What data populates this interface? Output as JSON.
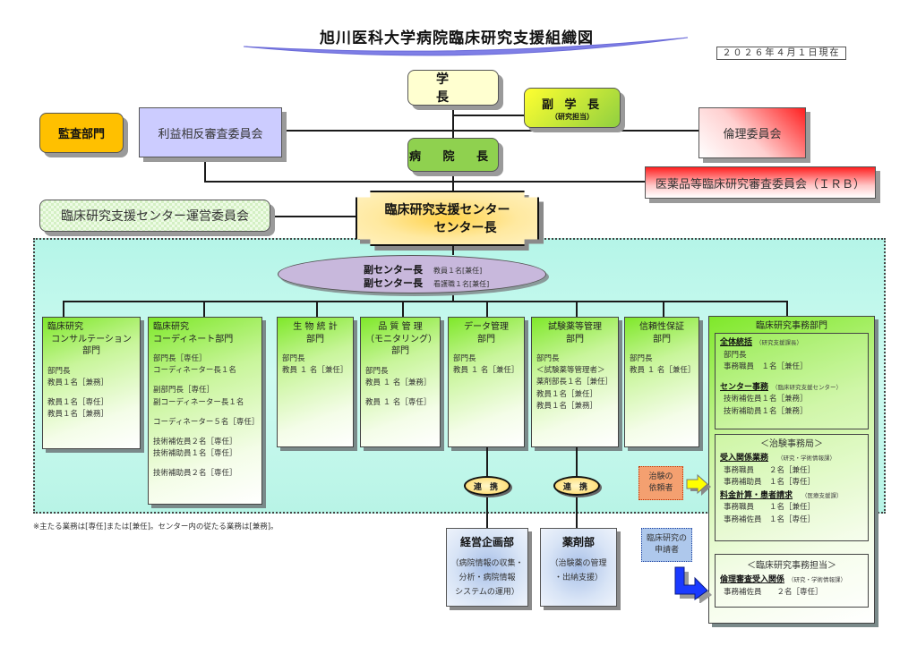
{
  "header": {
    "title": "旭川医科大学病院臨床研究支援組織図",
    "date": "２０２６年４月１日現在"
  },
  "top": {
    "president": "学 長",
    "vice_president": "副 学 長",
    "vice_president_note": "（研究担当）",
    "audit": "監査部門",
    "coi_committee": "利益相反審査委員会",
    "ethics_committee": "倫理委員会",
    "hospital_director": "病 院 長",
    "irb": "医薬品等臨床研究審査委員会（ＩＲＢ）",
    "ops_committee": "臨床研究支援センター運営委員会",
    "center_head_line1": "臨床研究支援センター",
    "center_head_line2": "センター長"
  },
  "vice_center": [
    {
      "role": "副センター長",
      "desc": "教員１名[兼任]"
    },
    {
      "role": "副センター長",
      "desc": "看護職１名[兼任]"
    }
  ],
  "departments": {
    "consultation": {
      "header": [
        "臨床研究",
        "コンサルテーション",
        "部門"
      ],
      "lines": [
        "部門長",
        "教員１名［兼務］",
        "",
        "教員１名［専任］",
        "教員１名［兼務］"
      ]
    },
    "coordinate": {
      "header": [
        "臨床研究",
        "コーディネート部門"
      ],
      "lines": [
        "部門長［専任］",
        "コーディネーター長１名",
        "",
        "副部門長［専任］",
        "副コーディネーター長１名",
        "",
        "コーディネーター５名［専任］",
        "",
        "技術補佐員２名［専任］",
        "技術補助員１名［専任］",
        "",
        "技術補助員２名［専任］"
      ]
    },
    "biostat": {
      "header": [
        "生 物 統 計",
        "部門"
      ],
      "lines": [
        "部門長",
        "教員 １ 名［兼任］"
      ]
    },
    "quality": {
      "header": [
        "品 質 管 理",
        "（モニタリング）",
        "部門"
      ],
      "lines": [
        "部門長",
        "教員 １ 名［兼務］",
        "",
        "教員 １ 名［専任］"
      ]
    },
    "data": {
      "header": [
        "データ管理",
        "部門"
      ],
      "lines": [
        "部門長",
        "教員 １ 名［兼任］"
      ]
    },
    "drug": {
      "header": [
        "試験薬等管理",
        "部門"
      ],
      "lines": [
        "部門長",
        "＜試験薬等管理者＞",
        "薬剤部長１名［兼任］",
        "教員１名［兼任］",
        "教員１名［兼務］"
      ]
    },
    "reliability": {
      "header": [
        "信頼性保証",
        "部門"
      ],
      "lines": [
        "部門長",
        "教員 １ 名［兼任］"
      ]
    }
  },
  "clinical_office": {
    "header": "臨床研究事務部門",
    "general": {
      "title": "全体統括",
      "note": "（研究支援課長）",
      "lines": [
        "部門長",
        "事務職員　１名［兼任］"
      ]
    },
    "center_office": {
      "title": "センター事務",
      "note": "（臨床研究支援センター）",
      "lines": [
        "技術補佐員１名［兼務］",
        "技術補助員１名［兼務］"
      ]
    },
    "trial_office": {
      "header": "＜治験事務局＞",
      "sections": [
        {
          "title": "受入関係業務",
          "note": "（研究・学術情報課）",
          "lines": [
            "事務職員　　２名［兼任］",
            "事務補助員　１名［専任］"
          ]
        },
        {
          "title": "料金計算・患者請求",
          "note": "（医療支援課）",
          "lines": [
            "事務職員　　１名［兼任］",
            "事務補佐員　１名［専任］"
          ]
        }
      ]
    },
    "research_office": {
      "header": "＜臨床研究事務担当＞",
      "title": "倫理審査受入関係",
      "note": "（研究・学術情報課）",
      "lines": [
        "事務補佐員　　２名［専任］"
      ]
    }
  },
  "cooperation": [
    "連 携",
    "連 携"
  ],
  "external": [
    {
      "name": "経営企画部",
      "desc": [
        "（病院情報の収集・",
        "分析・病院情報",
        "システムの運用）"
      ]
    },
    {
      "name": "薬剤部",
      "desc": [
        "（治験薬の管理",
        "・出納支援）"
      ]
    }
  ],
  "requesters": {
    "trial": [
      "治験の",
      "依頼者"
    ],
    "research": [
      "臨床研究の",
      "申請者"
    ]
  },
  "footnote": "※主たる業務は[専任]または[兼任]。センター内の従たる業務は[兼務]。",
  "colors": {
    "president": "#ffffd0",
    "hospital_director": "#8fd14f",
    "audit": "#ffc000",
    "coi": "#ccccff",
    "center_area": "#c0f7ea",
    "vice_center": "#c8b8dc",
    "dept_green": "#7fe82a",
    "ethics_red": "#ff2020"
  }
}
